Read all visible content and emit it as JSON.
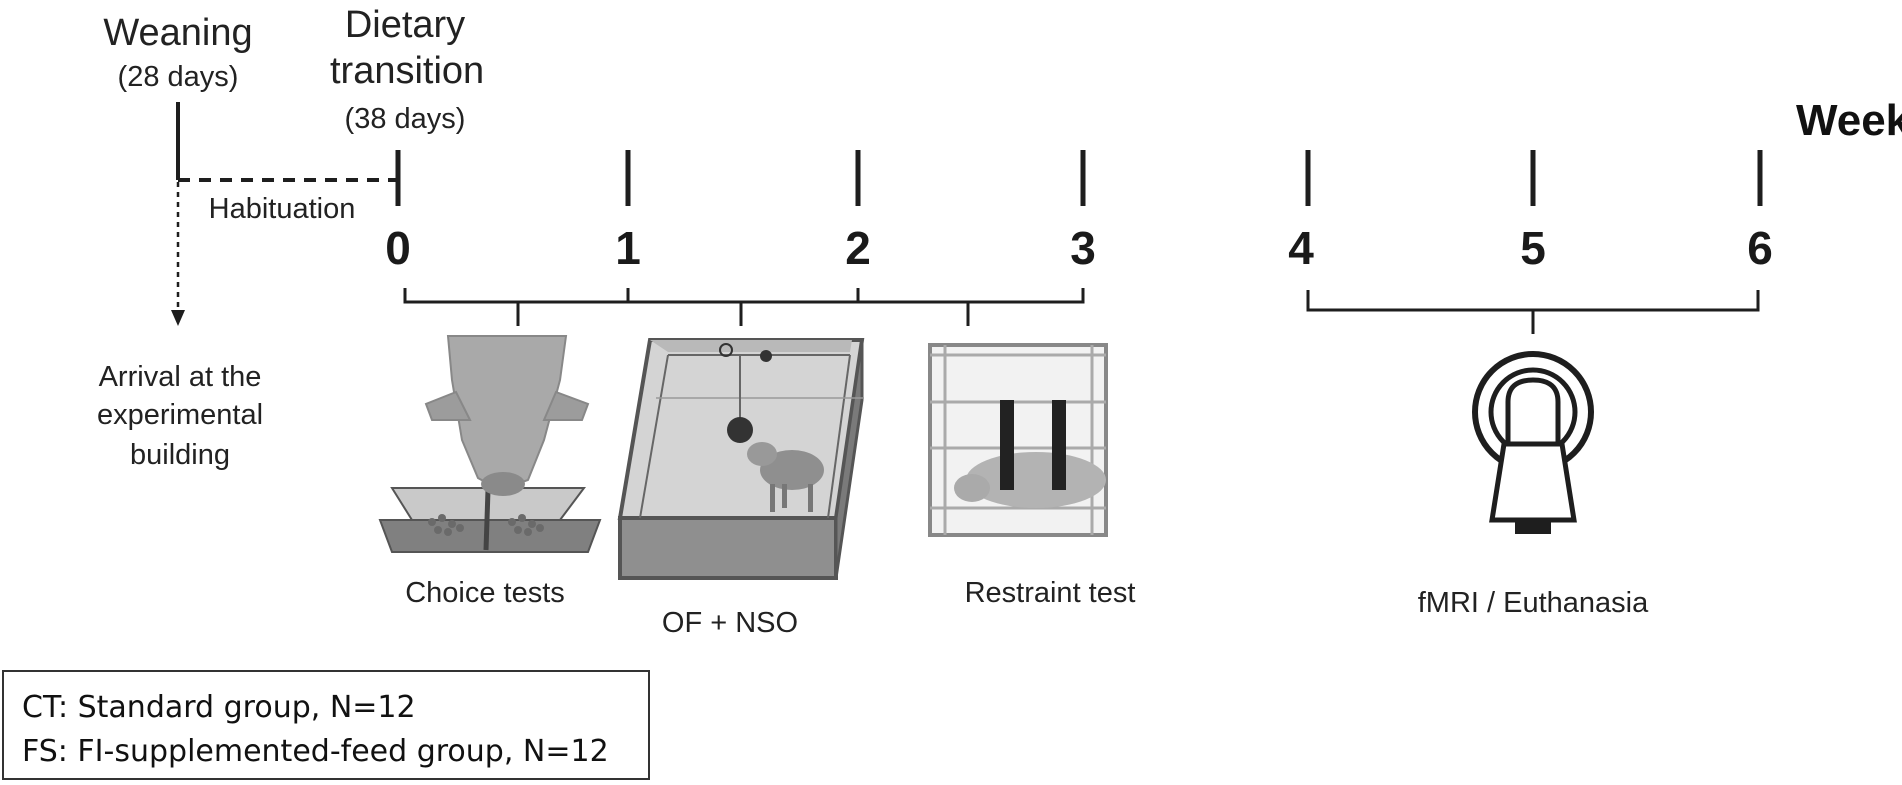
{
  "timeline": {
    "unit_label": "Week",
    "ticks": [
      "0",
      "1",
      "2",
      "3",
      "4",
      "5",
      "6"
    ]
  },
  "events": {
    "weaning": {
      "title": "Weaning",
      "age": "(28 days)"
    },
    "dietary": {
      "title_line1": "Dietary",
      "title_line2": "transition",
      "age": "(38 days)"
    },
    "habituation": "Habituation",
    "arrival": {
      "line1": "Arrival at the",
      "line2": "experimental",
      "line3": "building"
    }
  },
  "tests": {
    "choice": "Choice tests",
    "of_nso": "OF + NSO",
    "restraint": "Restraint test",
    "fmri": "fMRI /  Euthanasia"
  },
  "legend": {
    "ct": "CT: Standard group, N=12",
    "fs": "FS: FI-supplemented-feed group, N=12"
  }
}
